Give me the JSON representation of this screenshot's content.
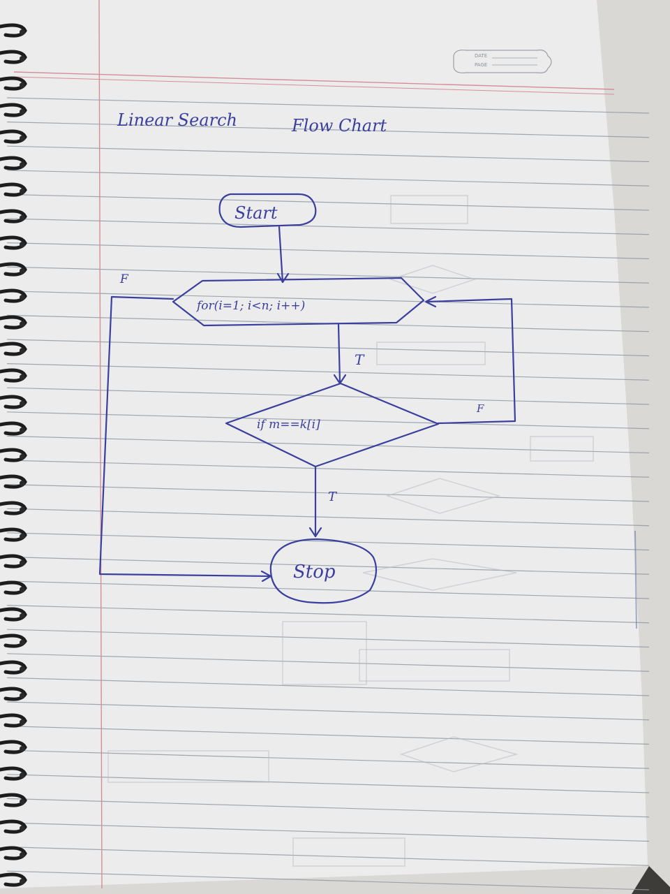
{
  "page": {
    "title": "Linear Search",
    "subtitle": "Flow Chart",
    "date_label": "DATE",
    "page_label": "PAGE"
  },
  "flowchart": {
    "start": "Start",
    "loop": "for(i=1; i<n; i++)",
    "condition": "if m==k[i]",
    "stop": "Stop",
    "true_label": "T",
    "false_label": "F"
  },
  "colors": {
    "paper": "#ececec",
    "rule_line": "#8f9aa6",
    "margin_line": "#d68d97",
    "ink": "#3a3f9e",
    "spiral": "#1d1d1d"
  }
}
